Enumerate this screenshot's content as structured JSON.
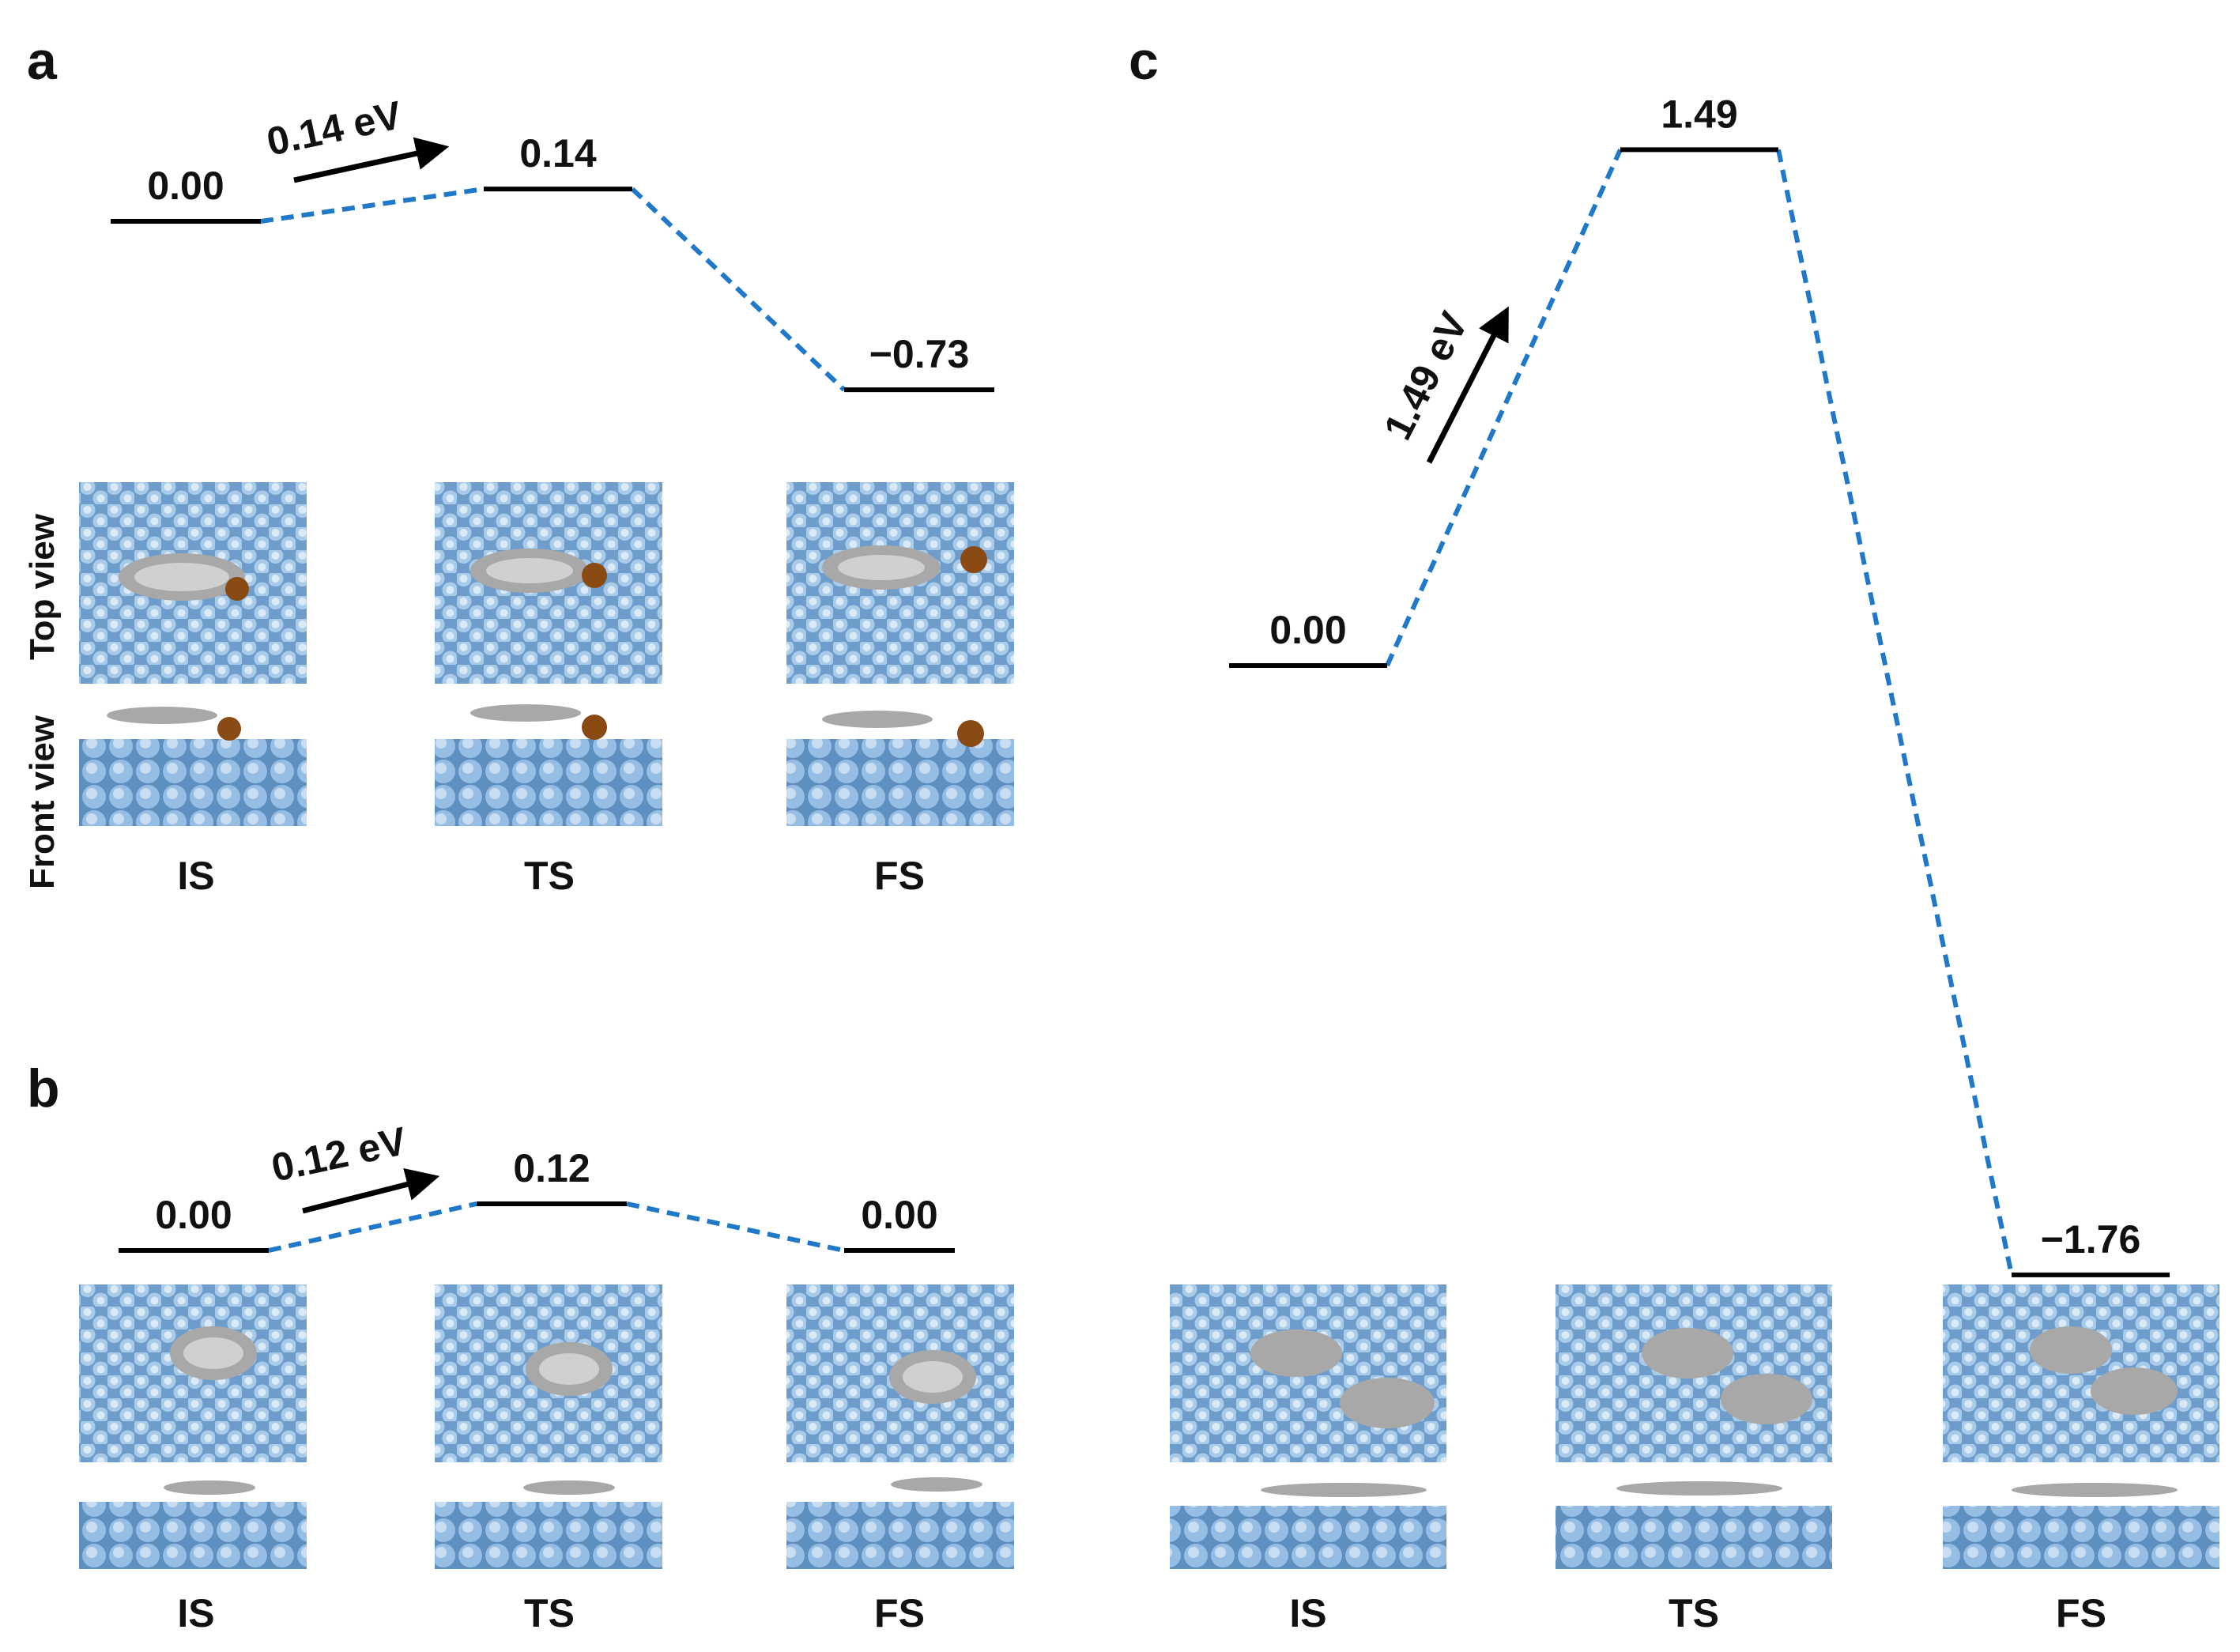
{
  "colors": {
    "level": "#000000",
    "connector": "#1f78c8",
    "arrow": "#000000",
    "slab_light": "#b8d4ee",
    "slab_mid": "#8cb5dc",
    "slab_dark": "#5f8fbf",
    "adsorbate_carbon": "#9a9a9a",
    "adsorbate_hydrogen": "#f4dada",
    "bromine": "#8a4a14"
  },
  "chart_data": [
    {
      "type": "energy-profile",
      "panel_label": "a",
      "states": [
        "IS",
        "TS",
        "FS"
      ],
      "energies": [
        0.0,
        0.14,
        -0.73
      ],
      "energy_labels": [
        "0.00",
        "0.14",
        "−0.73"
      ],
      "barrier_label": "0.14 eV",
      "view_labels": [
        "Top view",
        "Front view"
      ],
      "unit": "eV"
    },
    {
      "type": "energy-profile",
      "panel_label": "b",
      "states": [
        "IS",
        "TS",
        "FS"
      ],
      "energies": [
        0.0,
        0.12,
        0.0
      ],
      "energy_labels": [
        "0.00",
        "0.12",
        "0.00"
      ],
      "barrier_label": "0.12 eV",
      "unit": "eV"
    },
    {
      "type": "energy-profile",
      "panel_label": "c",
      "states": [
        "IS",
        "TS",
        "FS"
      ],
      "energies": [
        0.0,
        1.49,
        -1.76
      ],
      "energy_labels": [
        "0.00",
        "1.49",
        "−1.76"
      ],
      "barrier_label": "1.49 eV",
      "unit": "eV"
    }
  ]
}
